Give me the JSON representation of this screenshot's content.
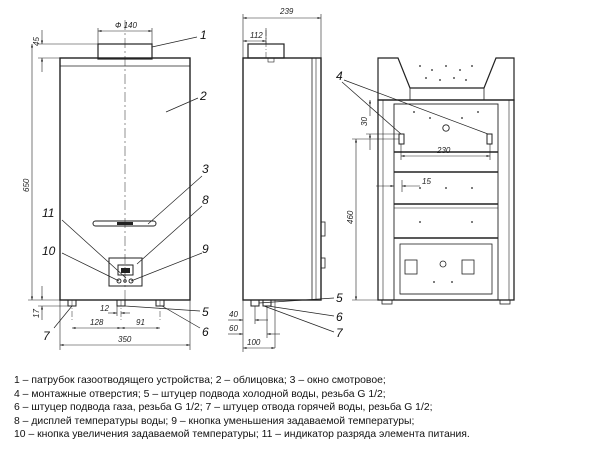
{
  "drawing": {
    "front_view": {
      "dims": {
        "pipe_diameter": "Ф 140",
        "pipe_height": "45",
        "height": "650",
        "width": "350",
        "left_offset": "128",
        "inlet_offset": "12",
        "gas_offset": "91",
        "bottom_height": "17"
      },
      "callouts": [
        "1",
        "2",
        "3",
        "8",
        "11",
        "10",
        "9",
        "5",
        "7",
        "6"
      ]
    },
    "side_view": {
      "dims": {
        "depth": "239",
        "pipe_offset": "112",
        "offset_40": "40",
        "offset_60": "60",
        "offset_100": "100"
      },
      "callouts": [
        "5",
        "6",
        "7"
      ]
    },
    "back_view": {
      "dims": {
        "top_offset": "30",
        "hole_spacing": "230",
        "hole_height": "460",
        "bracket_offset": "15"
      },
      "callouts": [
        "4"
      ]
    }
  },
  "legend": [
    "1 – патрубок газоотводящего устройства; 2 – облицовка; 3 – окно смотровое;",
    "4 – монтажные отверстия; 5 – штуцер подвода холодной воды, резьба G 1/2;",
    "6 – штуцер подвода газа, резьба G 1/2; 7 – штуцер отвода горячей воды, резьба G 1/2;",
    "8 – дисплей температуры воды; 9 – кнопка  уменьшения задаваемой температуры;",
    "10 – кнопка увеличения задаваемой температуры;  11 – индикатор разряда элемента питания."
  ]
}
